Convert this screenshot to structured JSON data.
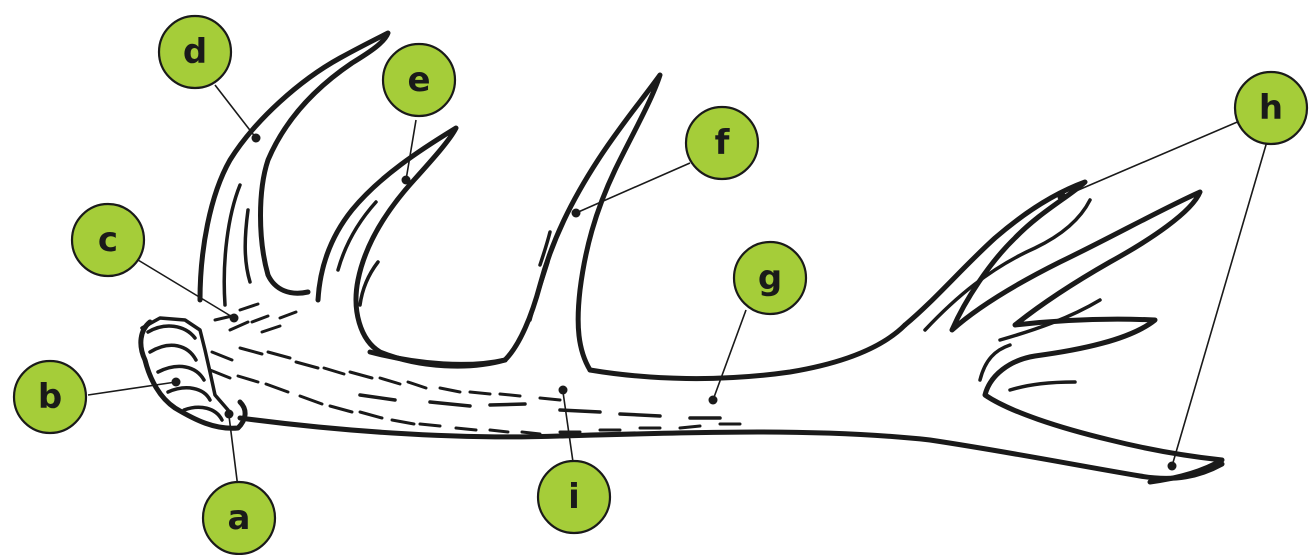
{
  "diagram": {
    "badge_color": "#a5cd39",
    "outline_color": "#1a1a1a",
    "labels": [
      {
        "id": "a",
        "text": "a"
      },
      {
        "id": "b",
        "text": "b"
      },
      {
        "id": "c",
        "text": "c"
      },
      {
        "id": "d",
        "text": "d"
      },
      {
        "id": "e",
        "text": "e"
      },
      {
        "id": "f",
        "text": "f"
      },
      {
        "id": "g",
        "text": "g"
      },
      {
        "id": "h",
        "text": "h"
      },
      {
        "id": "i",
        "text": "i"
      }
    ]
  }
}
